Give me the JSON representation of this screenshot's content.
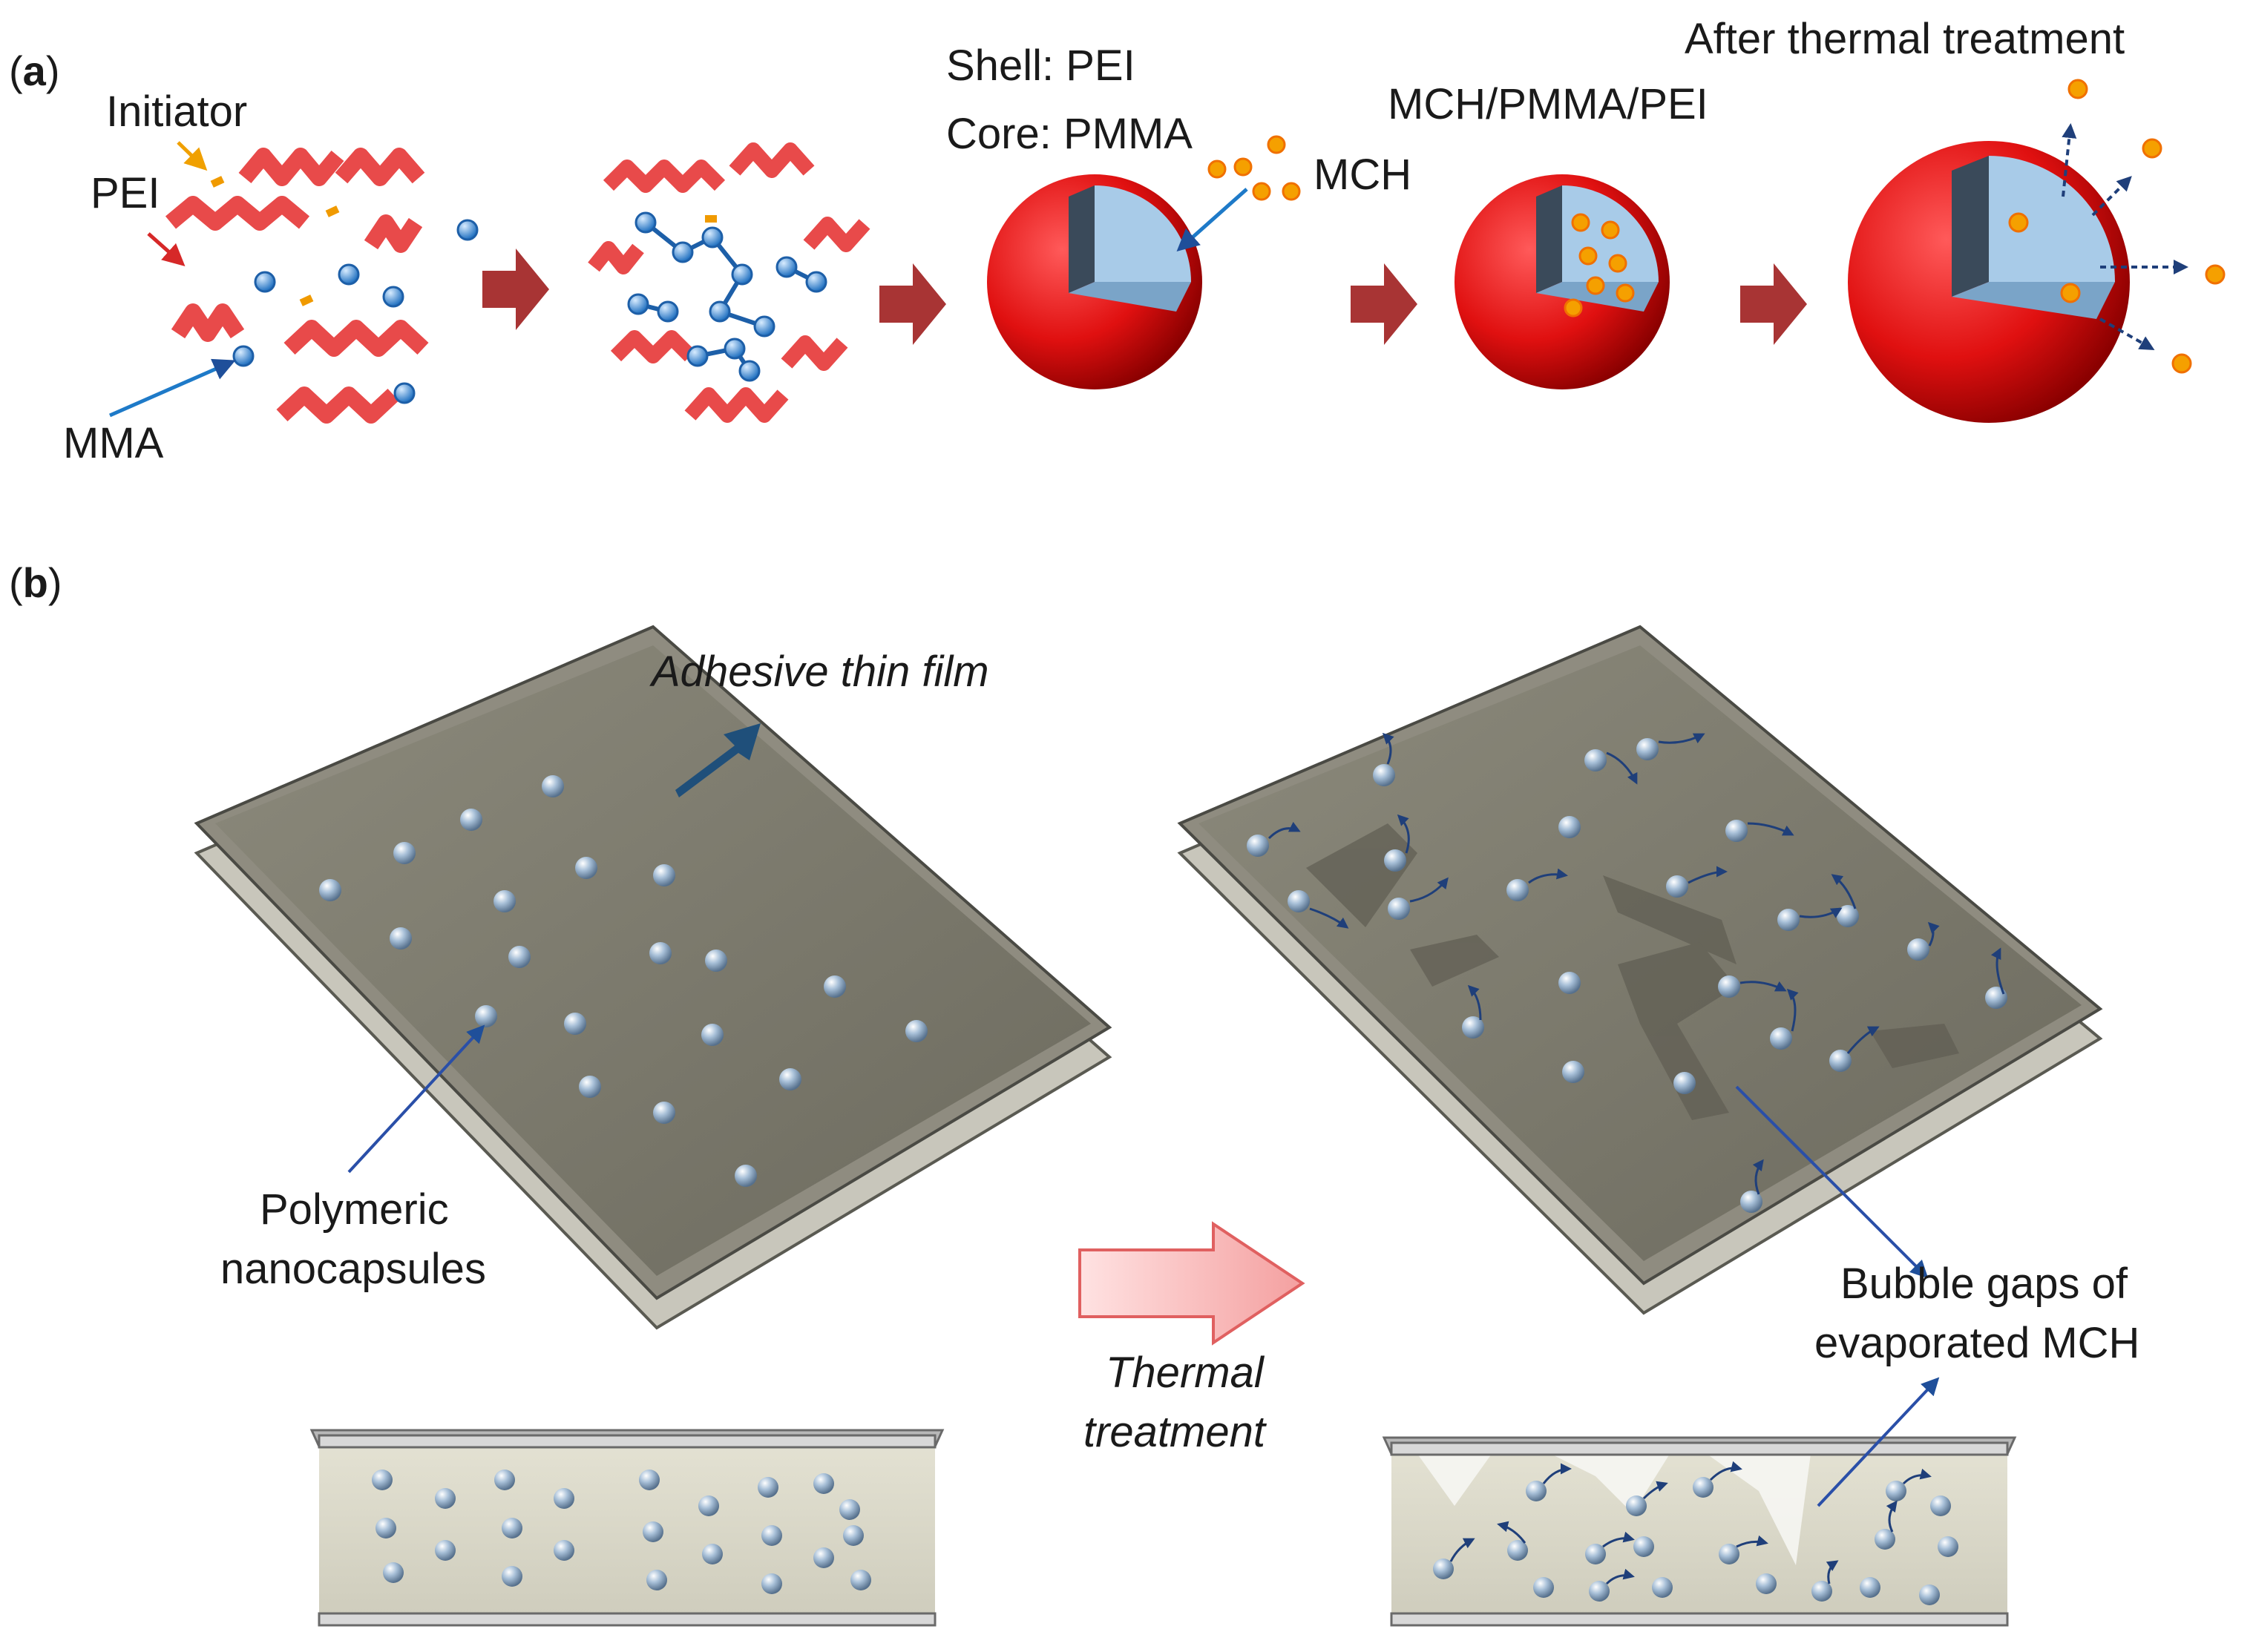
{
  "panel_a": {
    "tag_open": "(",
    "tag_letter": "a",
    "tag_close": ")",
    "labels": {
      "initiator": "Initiator",
      "pei": "PEI",
      "mma": "MMA",
      "shell": "Shell: PEI",
      "core": "Core: PMMA",
      "mch": "MCH",
      "composite": "MCH/PMMA/PEI",
      "after": "After thermal treatment"
    }
  },
  "panel_b": {
    "tag_open": "(",
    "tag_letter": "b",
    "tag_close": ")",
    "labels": {
      "adhesive": "Adhesive thin film",
      "polymeric": "Polymeric",
      "nanocapsules": "nanocapsules",
      "thermal": "Thermal",
      "treatment": "treatment",
      "bubble": "Bubble gaps of",
      "evaporated": "evaporated MCH"
    }
  },
  "colors": {
    "shell_red": "#e11d1d",
    "core_blue": "#9fc6e6",
    "mch_orange": "#f5a000",
    "arrow_red": "#a52a2a",
    "film_gray": "#7d7a6c",
    "capsule_blue": "#7e9fbf",
    "leader_blue": "#2a5fb0"
  }
}
